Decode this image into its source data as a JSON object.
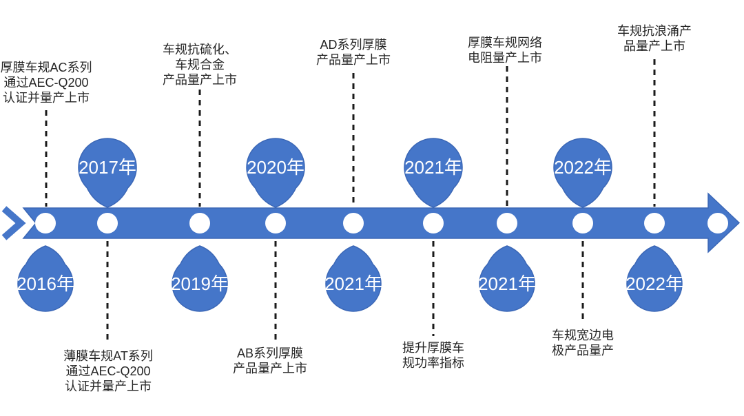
{
  "diagram": {
    "type": "timeline",
    "direction": "left-to-right",
    "colors": {
      "accent_blue": "#4576C9",
      "shape_edge_blue": "#3B67B6",
      "node_fill": "#FFFFFF",
      "connector_black": "#1A1A1A",
      "year_text": "#FFFFFF",
      "label_text": "#262626",
      "background": "#FFFFFF"
    },
    "milestones": [
      {
        "year": "2016年",
        "balloon": "below",
        "label_position": "above",
        "label": "厚膜车规AC系列\n通过AEC-Q200\n认证并量产上市"
      },
      {
        "year": "2017年",
        "balloon": "above",
        "label_position": "below",
        "label": "薄膜车规AT系列\n通过AEC-Q200\n认证并量产上市"
      },
      {
        "year": "2019年",
        "balloon": "below",
        "label_position": "above",
        "label": "车规抗硫化、\n车规合金\n产品量产上市"
      },
      {
        "year": "2020年",
        "balloon": "above",
        "label_position": "below",
        "label": "AB系列厚膜\n产品量产上市"
      },
      {
        "year": "2021年",
        "balloon": "below",
        "label_position": "above",
        "label": "AD系列厚膜\n产品量产上市"
      },
      {
        "year": "2021年",
        "balloon": "above",
        "label_position": "below",
        "label": "提升厚膜车\n规功率指标"
      },
      {
        "year": "2021年",
        "balloon": "below",
        "label_position": "above",
        "label": "厚膜车规网络\n电阻量产上市"
      },
      {
        "year": "2022年",
        "balloon": "above",
        "label_position": "below",
        "label": "车规宽边电\n极产品量产"
      },
      {
        "year": "2022年",
        "balloon": "below",
        "label_position": "above",
        "label": "车规抗浪涌产\n品量产上市"
      }
    ]
  }
}
